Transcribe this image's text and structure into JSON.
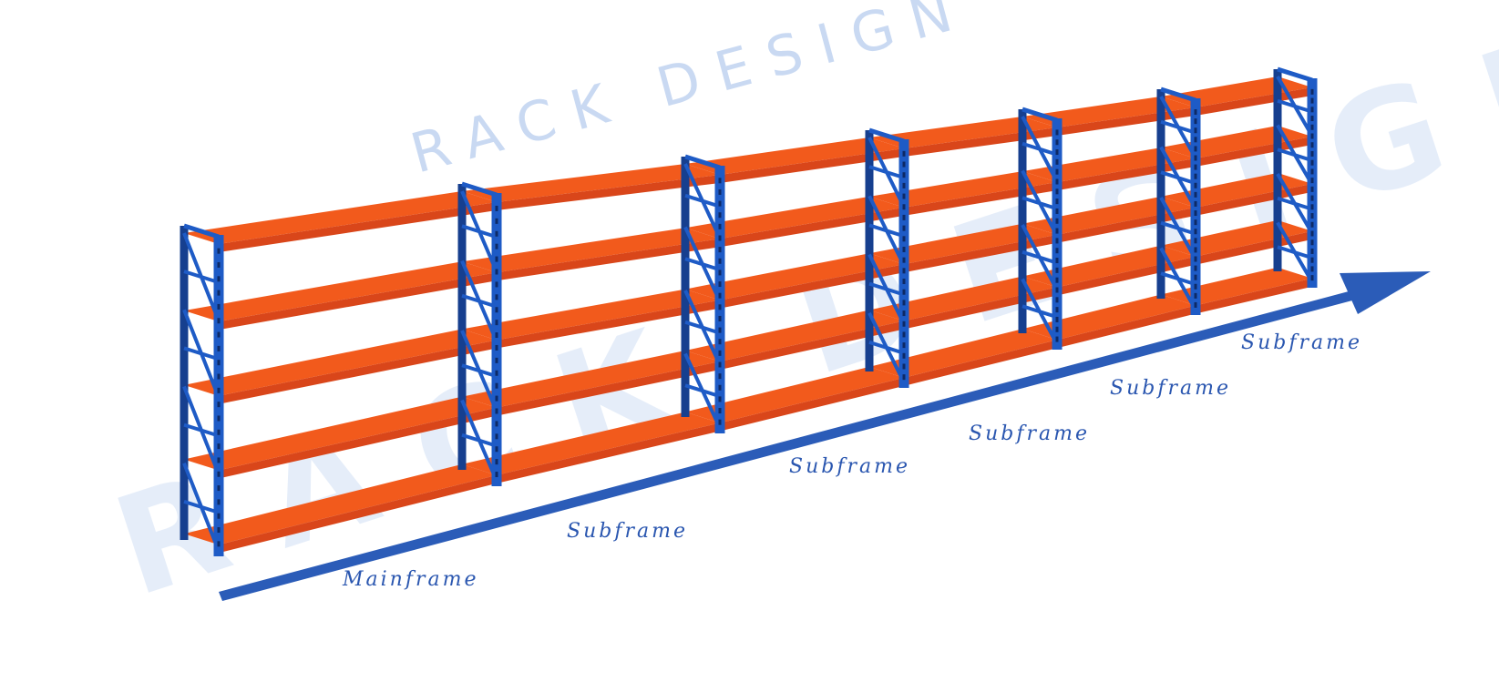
{
  "watermark": {
    "top_text": "RACK DESIGN",
    "bottom_text": "RACK DESIGN",
    "color": "#c9d9f2"
  },
  "labels": {
    "mainframe": "Mainframe",
    "subframes": [
      "Subframe",
      "Subframe",
      "Subframe",
      "Subframe",
      "Subframe"
    ]
  },
  "colors": {
    "upright": "#1e5bc6",
    "upright_dark": "#163f8f",
    "shelf": "#f25a1c",
    "shelf_front": "#d9461a",
    "arrow": "#2b5cb8",
    "label": "#2b57b0"
  },
  "rack": {
    "bays": 6,
    "levels": 4
  }
}
